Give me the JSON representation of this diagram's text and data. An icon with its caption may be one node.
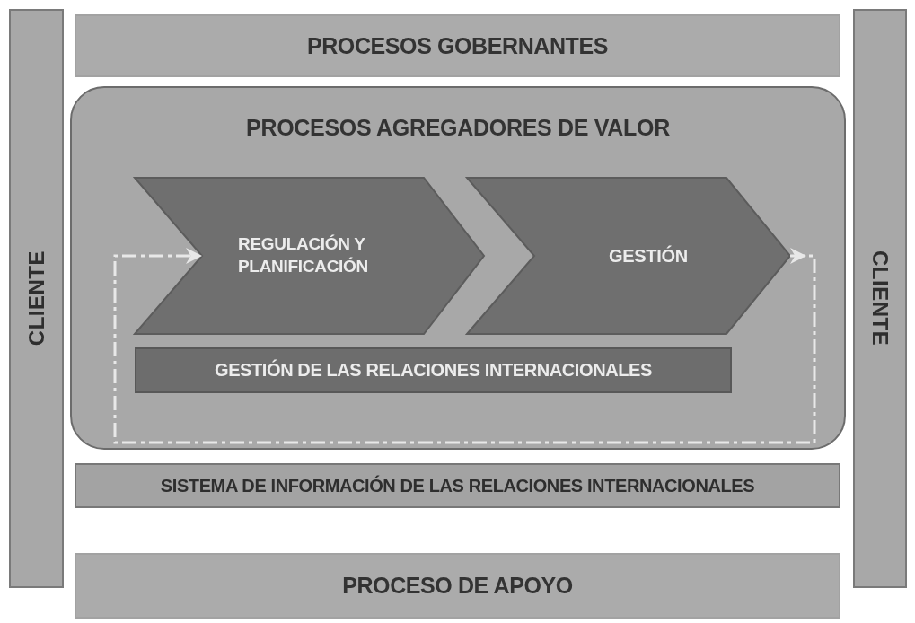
{
  "diagram": {
    "nodes": [
      {
        "text": [
          "CLIENTE"
        ]
      },
      {
        "text": [
          "PROCESOS GOBERNANTES"
        ]
      },
      {
        "text": [
          "PROCESOS AGREGADORES DE VALOR"
        ]
      },
      {
        "text": [
          "REGULACIÓN Y PLANIFICACIÓN"
        ],
        "in": 2
      },
      {
        "text": [
          "GESTIÓN"
        ],
        "in": 2
      },
      {
        "text": [
          "GESTIÓN DE LAS RELACIONES INTERNACIONALES"
        ],
        "in": 2
      },
      {
        "text": [
          "SISTEMA DE INFORMACIÓN DE LAS RELACIONES INTERNACIONALES"
        ]
      },
      {
        "text": [
          "PROCESO DE APOYO"
        ]
      },
      {
        "text": [
          "CLIENTE"
        ]
      }
    ],
    "edges": [
      {
        "from": 4,
        "to": 3,
        "arrow": "to",
        "style": "dashed",
        "color": "#e8e8e8"
      }
    ]
  }
}
